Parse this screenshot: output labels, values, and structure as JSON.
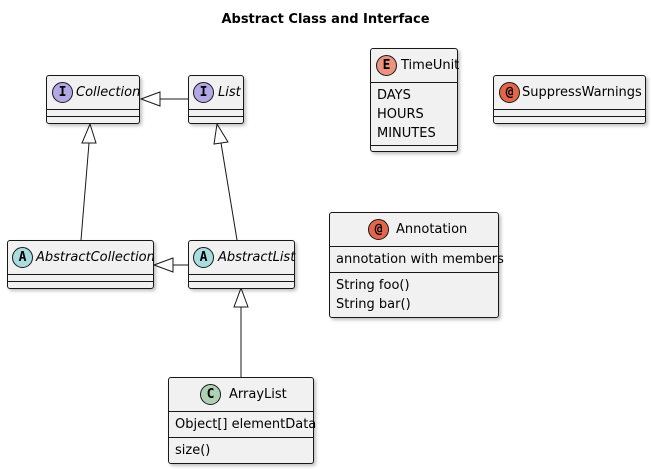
{
  "title": "Abstract Class and Interface",
  "colors": {
    "interface_icon": "#b4a7e5",
    "abstract_icon": "#a9dcdf",
    "class_icon": "#add1b2",
    "enum_icon": "#eb937f",
    "annotation_icon": "#e3664a",
    "box_fill": "#f1f1f1",
    "border": "#181818"
  },
  "nodes": {
    "collection": {
      "kind": "interface",
      "icon": "I",
      "name": "Collection"
    },
    "list": {
      "kind": "interface",
      "icon": "I",
      "name": "List"
    },
    "timeunit": {
      "kind": "enum",
      "icon": "E",
      "name": "TimeUnit",
      "values": [
        "DAYS",
        "HOURS",
        "MINUTES"
      ]
    },
    "suppresswarnings": {
      "kind": "annotation",
      "icon": "@",
      "name": "SuppressWarnings"
    },
    "abstractcollection": {
      "kind": "abstract",
      "icon": "A",
      "name": "AbstractCollection"
    },
    "abstractlist": {
      "kind": "abstract",
      "icon": "A",
      "name": "AbstractList"
    },
    "annotation": {
      "kind": "annotation",
      "icon": "@",
      "name": "Annotation",
      "fields": [
        "annotation with members"
      ],
      "methods": [
        "String foo()",
        "String bar()"
      ]
    },
    "arraylist": {
      "kind": "class",
      "icon": "C",
      "name": "ArrayList",
      "fields": [
        "Object[] elementData"
      ],
      "methods": [
        "size()"
      ]
    }
  },
  "edges": [
    {
      "from": "list",
      "to": "collection",
      "type": "extends"
    },
    {
      "from": "abstractcollection",
      "to": "collection",
      "type": "implements"
    },
    {
      "from": "abstractlist",
      "to": "list",
      "type": "implements"
    },
    {
      "from": "abstractlist",
      "to": "abstractcollection",
      "type": "extends"
    },
    {
      "from": "arraylist",
      "to": "abstractlist",
      "type": "extends"
    }
  ]
}
